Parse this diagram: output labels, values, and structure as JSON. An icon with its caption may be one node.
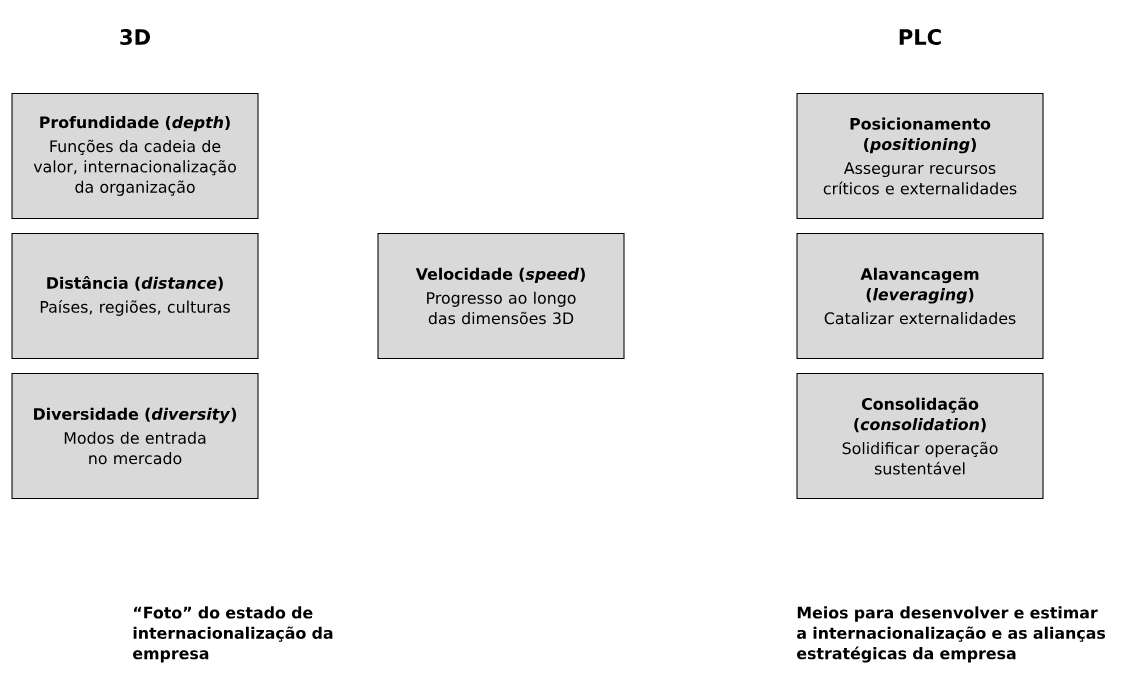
{
  "diagram": {
    "nodes": [
      {
        "text": [
          "Profundidade (*depth*)",
          "Funções da cadeia de valor, internacionalização da organização"
        ]
      },
      {
        "text": [
          "Distância (*distance*)",
          "Países, regiões, culturas"
        ]
      },
      {
        "text": [
          "Diversidade (*diversity*)",
          "Modos de entrada no mercado"
        ]
      },
      {
        "text": [
          "Velocidade (*speed*)",
          "Progresso ao longo das dimensões 3D"
        ]
      },
      {
        "text": [
          "Posicionamento (*positioning*)",
          "Assegurar recursos críticos e externalidades"
        ]
      },
      {
        "text": [
          "Alavancagem (*leveraging*)",
          "Catalizar externalidades"
        ]
      },
      {
        "text": [
          "Consolidação (*consolidation*)",
          "Solidificar operação sustentável"
        ]
      }
    ],
    "labels": [
      "3D",
      "PLC",
      "“Foto” do estado de internacionalização da empresa",
      "Meios para desenvolver e estimar a internacionalização e as alianças estratégicas da empresa"
    ]
  }
}
